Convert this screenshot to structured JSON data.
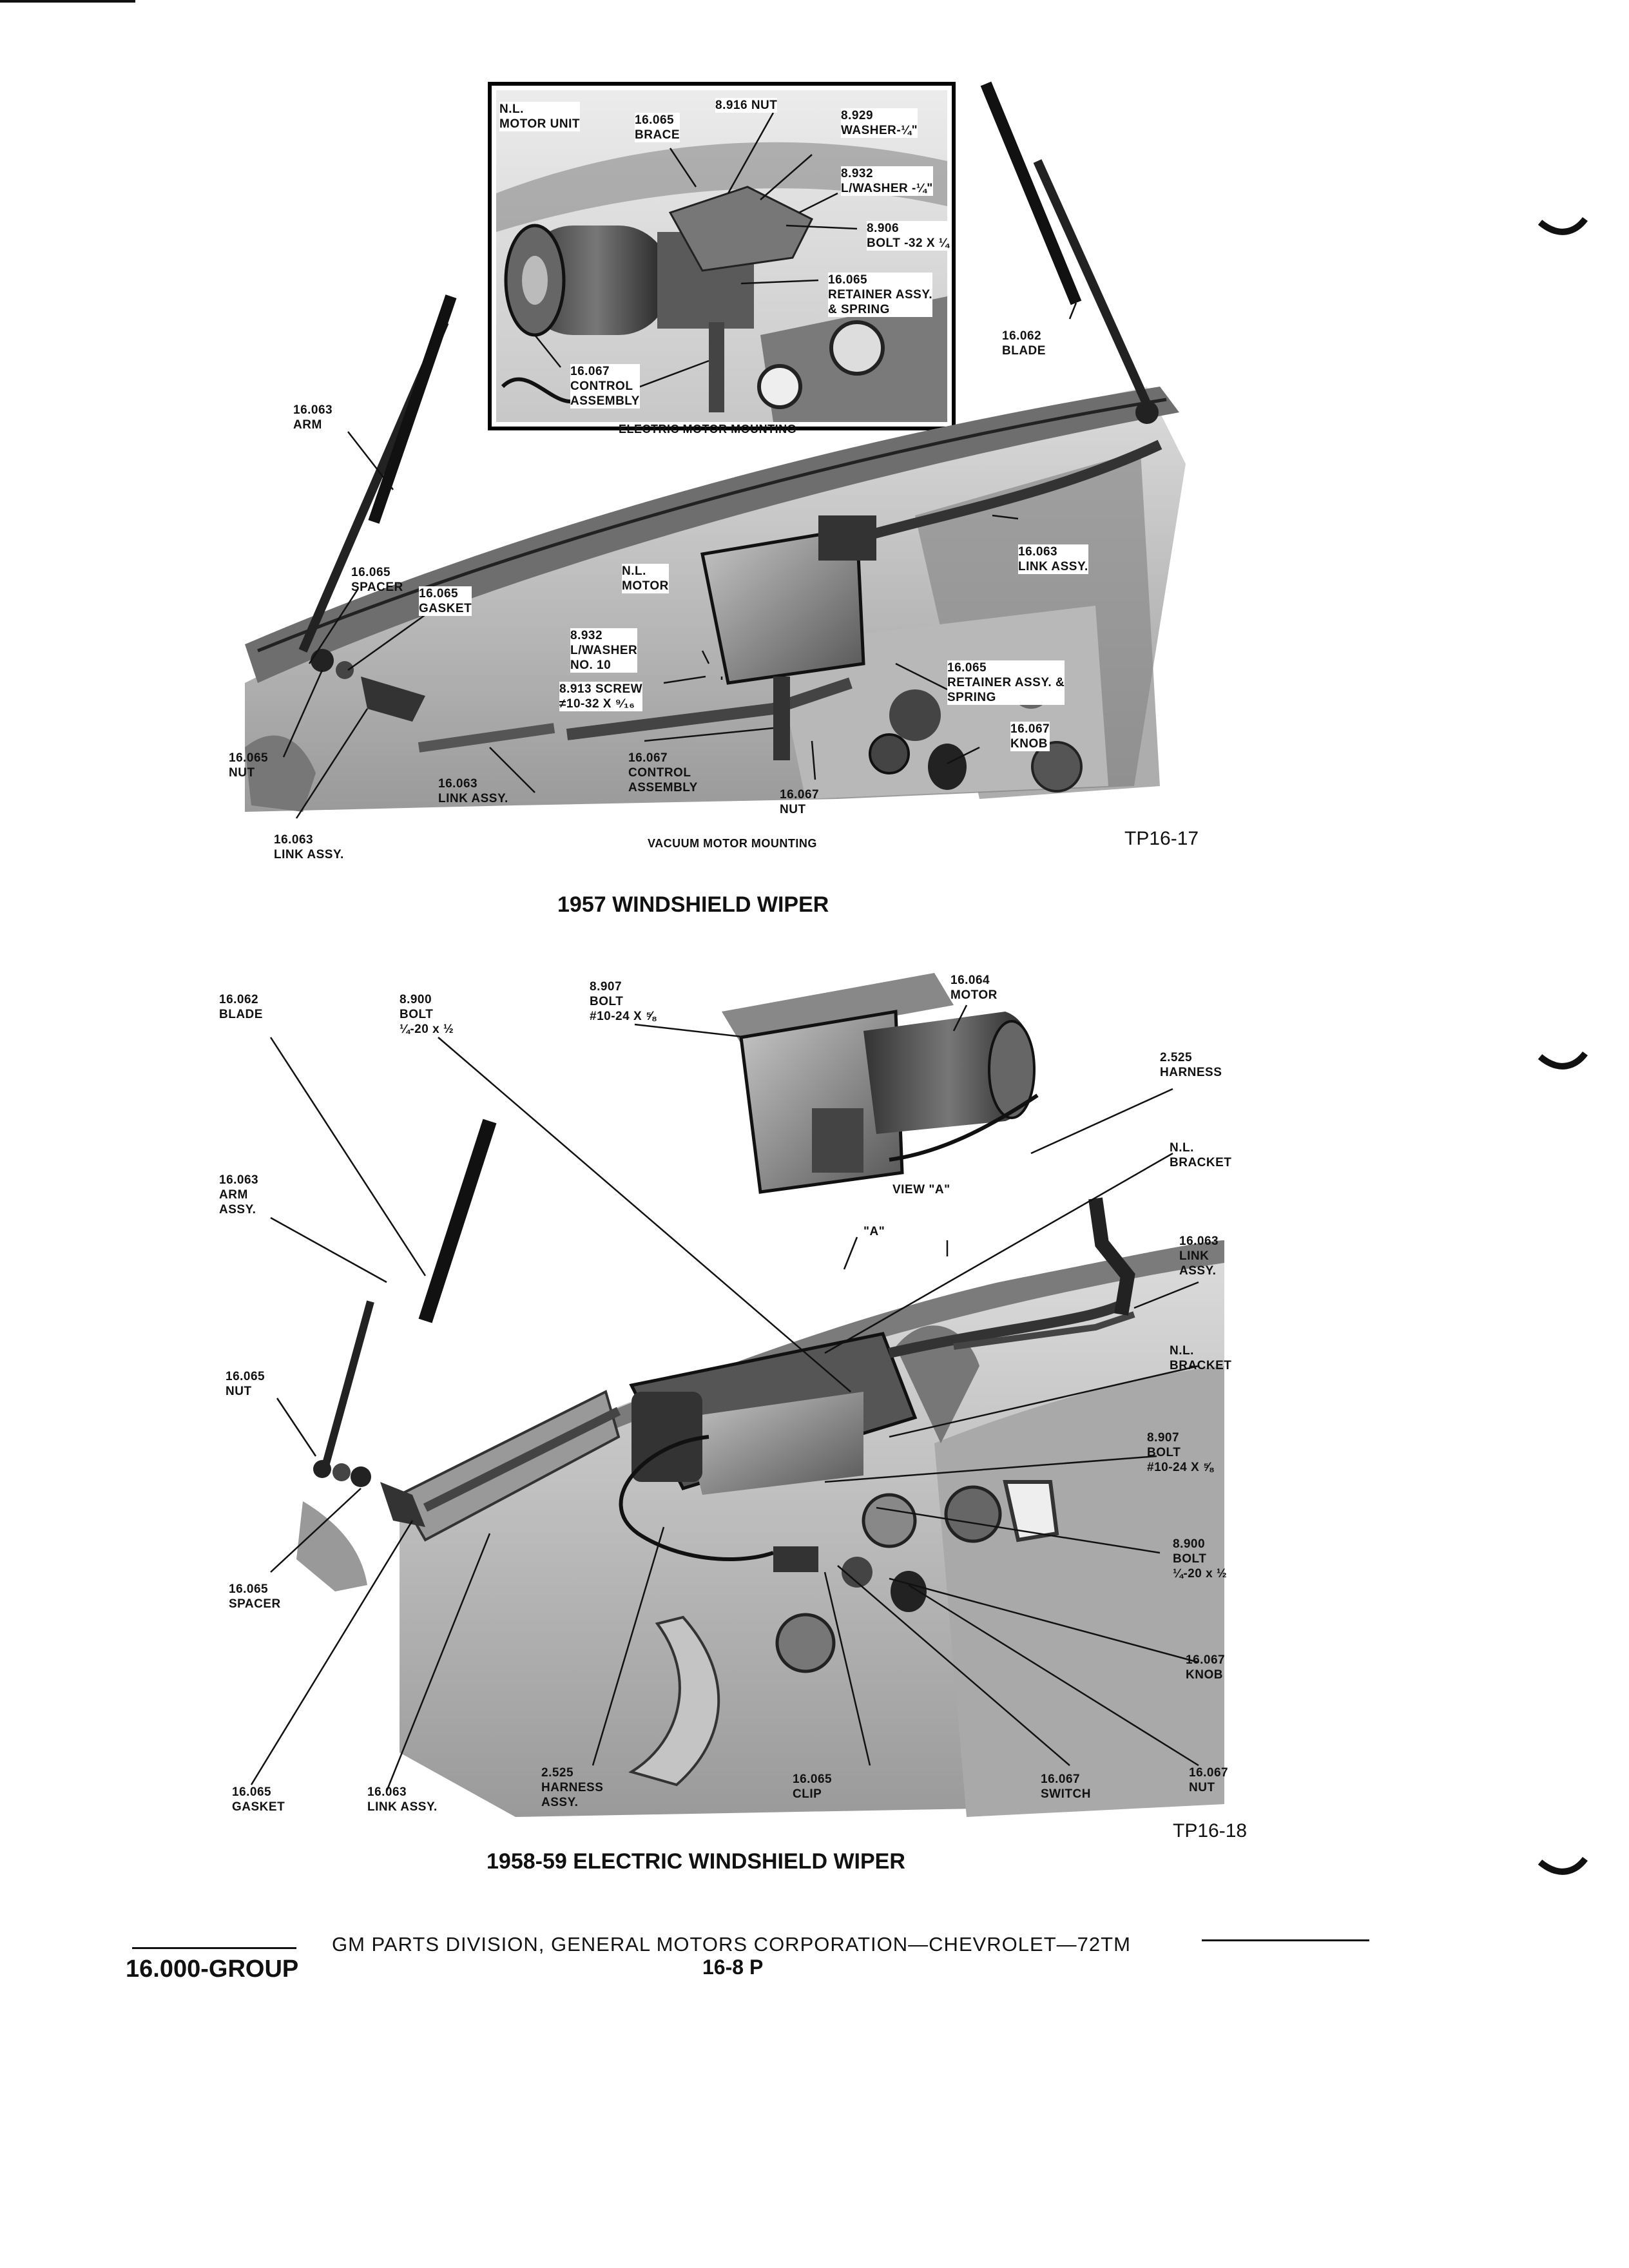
{
  "figure_1957": {
    "inset_caption": "ELECTRIC MOTOR MOUNTING",
    "main_caption": "VACUUM MOTOR MOUNTING",
    "ref": "TP16-17",
    "title": "1957 WINDSHIELD WIPER",
    "inset_labels": [
      "N.L.\nMOTOR UNIT",
      "16.065\nBRACE",
      "8.916 NUT",
      "8.929\nWASHER-¼\"",
      "8.932\nL/WASHER -¼\"",
      "8.906\nBOLT -32 x ¼",
      "16.065\nRETAINER ASSY.\n& SPRING",
      "16.067\nCONTROL\nASSEMBLY"
    ],
    "labels": [
      "16.062\nBLADE",
      "16.063\nARM",
      "16.065\nSPACER",
      "16.065\nGASKET",
      "N.L.\nMOTOR",
      "8.932\nL/WASHER\nNO. 10",
      "8.913 SCREW\n≠10-32 x ⁹⁄₁₆",
      "16.063\nLINK ASSY.",
      "16.065\nRETAINER ASSY. &\nSPRING",
      "16.067\nKNOB",
      "16.065\nNUT",
      "16.063\nLINK ASSY.",
      "16.067\nCONTROL\nASSEMBLY",
      "16.067\nNUT",
      "16.063\nLINK ASSY."
    ]
  },
  "figure_1958": {
    "title": "1958-59 ELECTRIC WINDSHIELD WIPER",
    "ref": "TP16-18",
    "view_label": "VIEW \"A\"",
    "view_marker": "\"A\"",
    "labels": [
      "16.062\nBLADE",
      "8.900\nBOLT\n¼-20 x ½",
      "8.907\nBOLT\n#10-24 x ⅝",
      "16.064\nMOTOR",
      "2.525\nHARNESS",
      "N.L.\nBRACKET",
      "16.063\nLINK\nASSY.",
      "N.L.\nBRACKET",
      "8.907\nBOLT\n#10-24 x ⅝",
      "8.900\nBOLT\n¼-20 x ½",
      "16.067\nKNOB",
      "16.067\nNUT",
      "16.067\nSWITCH",
      "16.065\nCLIP",
      "2.525\nHARNESS\nASSY.",
      "16.063\nLINK ASSY.",
      "16.065\nGASKET",
      "16.065\nSPACER",
      "16.065\nNUT",
      "16.063\nARM\nASSY."
    ]
  },
  "footer": {
    "publisher": "GM PARTS DIVISION, GENERAL MOTORS CORPORATION—CHEVROLET—72TM",
    "group": "16.000-GROUP",
    "page": "16-8 P"
  }
}
